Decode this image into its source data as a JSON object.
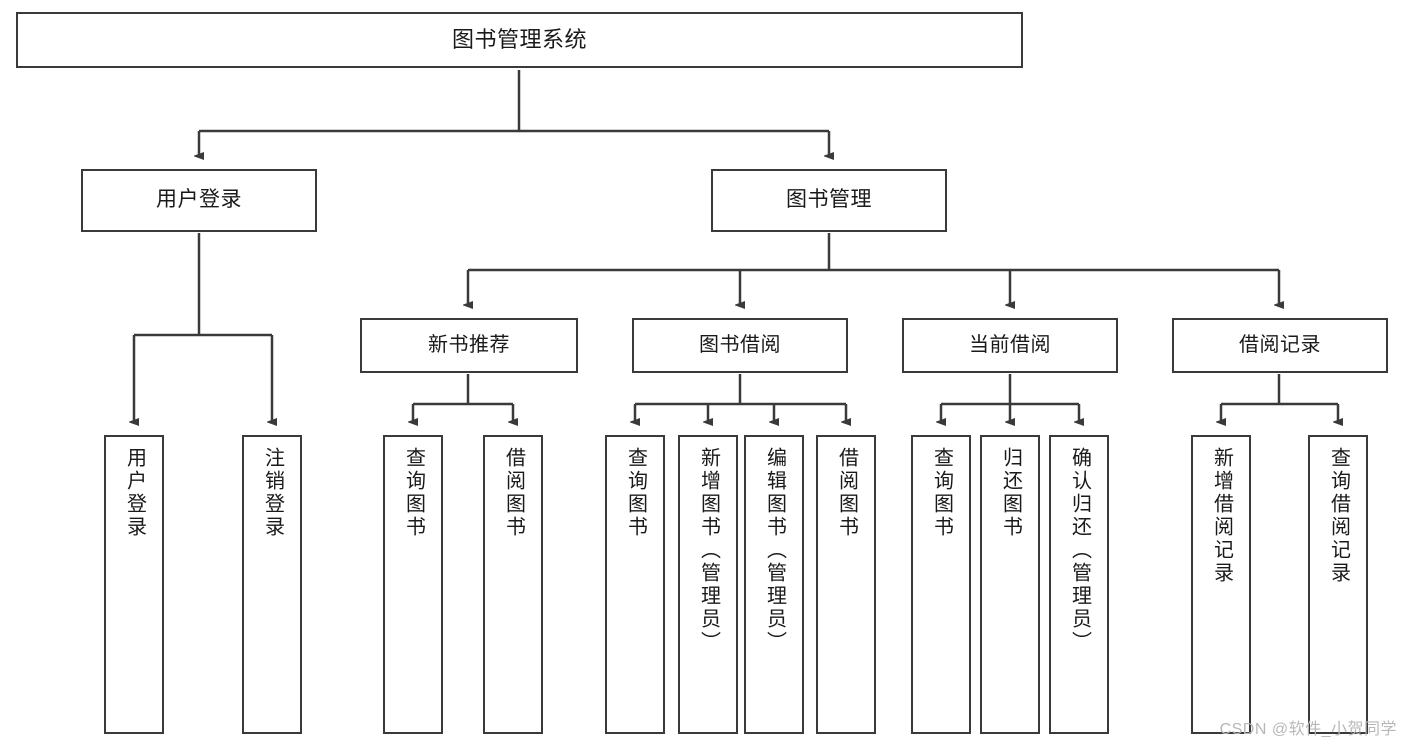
{
  "diagram": {
    "title": "图书管理系统",
    "watermark": "CSDN @软件_小贺同学",
    "line_color": "#3a3a3a",
    "box_fill": "#ffffff",
    "text_color": "#1a1a1a",
    "watermark_color": "#b8b8b8",
    "nodes": {
      "root": "图书管理系统",
      "user_login": "用户登录",
      "book_manage": "图书管理",
      "new_book_rec": "新书推荐",
      "book_borrow": "图书借阅",
      "current_borrow": "当前借阅",
      "borrow_record": "借阅记录",
      "leaf_user_login": "用户登录",
      "leaf_logout": "注销登录",
      "leaf_query_book_1": "查询图书",
      "leaf_borrow_book_1": "借阅图书",
      "leaf_query_book_2": "查询图书",
      "leaf_add_book": "新增图书（管理员）",
      "leaf_edit_book": "编辑图书（管理员）",
      "leaf_borrow_book_2": "借阅图书",
      "leaf_query_book_3": "查询图书",
      "leaf_return_book": "归还图书",
      "leaf_confirm_return": "确认归还（管理员）",
      "leaf_add_record": "新增借阅记录",
      "leaf_query_record": "查询借阅记录"
    }
  }
}
